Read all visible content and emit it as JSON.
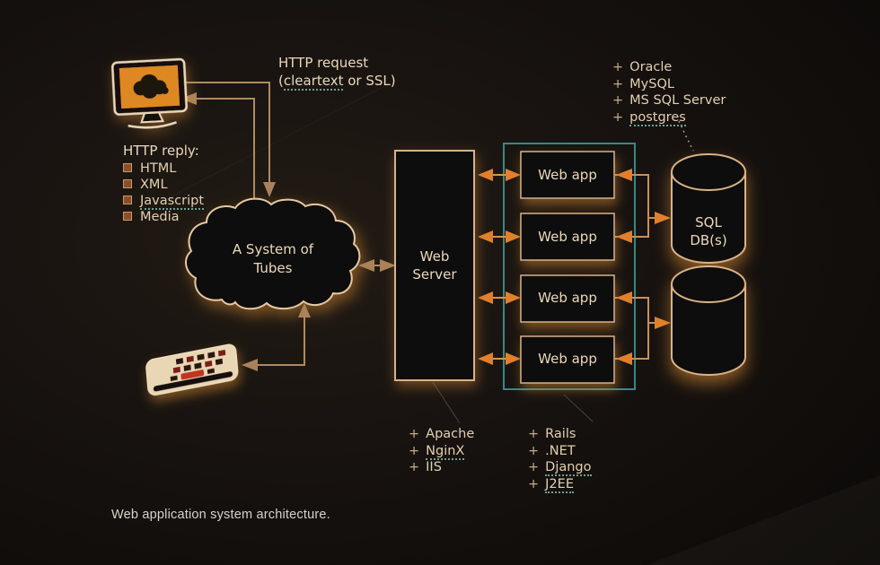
{
  "caption": "Web application system architecture.",
  "plus": "+",
  "http_request": {
    "line1": "HTTP request",
    "l2_open": "(",
    "l2_word": "cleartext",
    "l2_rest": " or SSL)"
  },
  "http_reply": {
    "title": "HTTP reply:",
    "items": [
      "HTML",
      "XML",
      "Javascript",
      "Media"
    ]
  },
  "cloud": {
    "line1": "A System of",
    "line2": "Tubes"
  },
  "web_server": {
    "label": "Web Server"
  },
  "web_apps": [
    "Web app",
    "Web app",
    "Web app",
    "Web app"
  ],
  "database": {
    "label": "SQL DB(s)"
  },
  "db_engines": [
    "Oracle",
    "MySQL",
    "MS SQL Server",
    "postgres"
  ],
  "server_software": [
    "Apache",
    "NginX",
    "IIS"
  ],
  "frameworks": [
    "Rails",
    ".NET",
    "Django",
    "J2EE"
  ],
  "colors": {
    "orange_arrow": "#e0802e",
    "tan_line": "#b08a5e",
    "box_border": "#d9b288",
    "teal_border": "#378888",
    "glow": "#d78a33",
    "screen_orange": "#dd8822"
  }
}
